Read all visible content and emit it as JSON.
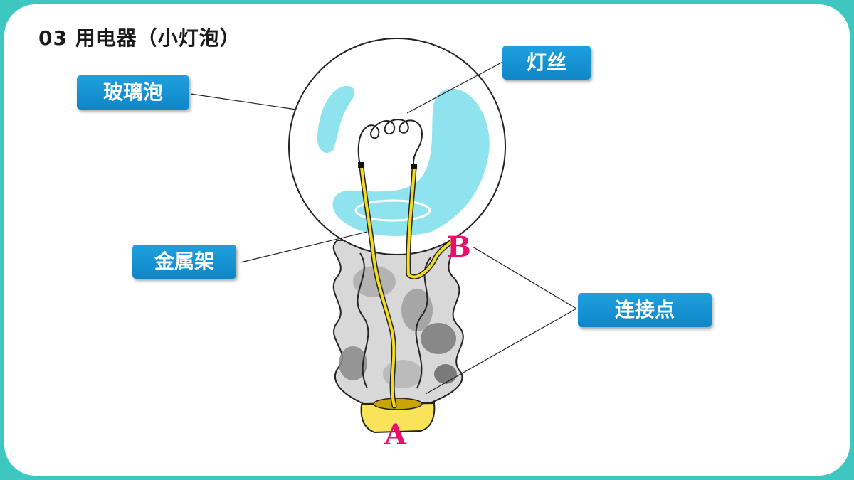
{
  "title": "03 用电器（小灯泡）",
  "labels": {
    "glass": "玻璃泡",
    "filament": "灯丝",
    "frame": "金属架",
    "contact": "连接点"
  },
  "points": {
    "a": "A",
    "b": "B"
  },
  "colors": {
    "background": "#3ec6c0",
    "label_fill": "#1597d6",
    "point_text": "#e8106b",
    "glass_highlight": "#8fe3ef",
    "wire": "#f2dc1c",
    "base_contact": "#f9e35a"
  }
}
